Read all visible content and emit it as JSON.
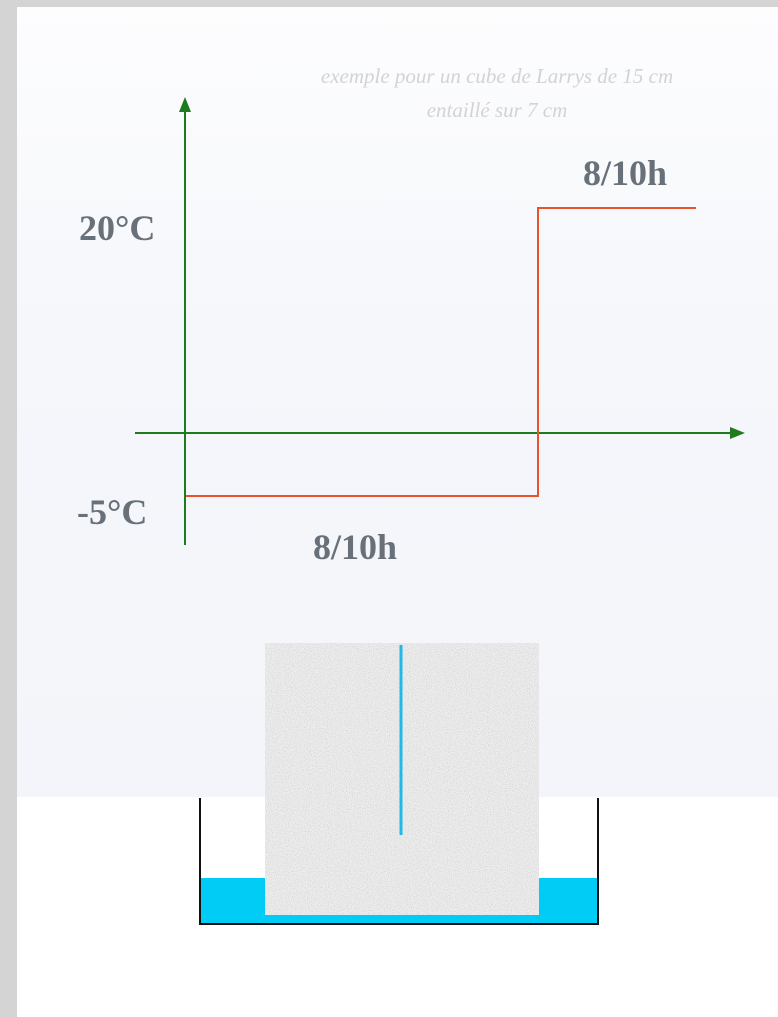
{
  "caption": {
    "line1": "exemple pour un cube de Larrys de 15 cm",
    "line2": "entaillé sur 7 cm"
  },
  "graph": {
    "high_temp_label": "20°C",
    "low_temp_label": "-5°C",
    "high_duration_label": "8/10h",
    "low_duration_label": "8/10h",
    "axis_color": "#1e7a1e",
    "curve_color": "#e8532c"
  },
  "vessel": {
    "water_color": "#00ccf5",
    "crack_color": "#22b8e8",
    "wall_color": "#111111"
  }
}
